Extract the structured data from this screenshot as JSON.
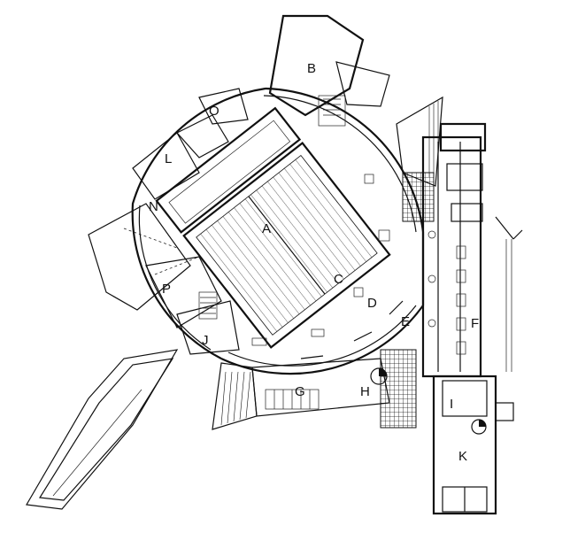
{
  "plan": {
    "labels": {
      "A": "A",
      "B": "B",
      "C": "C",
      "D": "D",
      "E": "E",
      "F": "F",
      "G": "G",
      "H": "H",
      "I": "I",
      "J": "J",
      "K": "K",
      "L": "L",
      "N": "N",
      "O": "O",
      "P": "P"
    }
  }
}
